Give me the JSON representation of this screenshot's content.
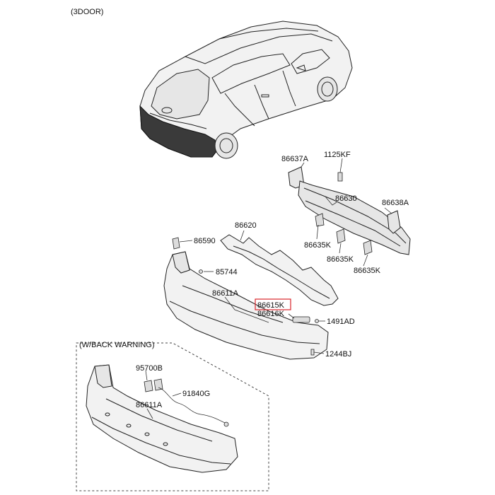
{
  "variant_label": "(3DOOR)",
  "group_label": "(W/BACK  WARNING)",
  "highlight_color": "#d9252b",
  "parts": {
    "p86637A": "86637A",
    "p1125KF": "1125KF",
    "p86630": "86630",
    "p86638A": "86638A",
    "p86620": "86620",
    "p86590": "86590",
    "p86635K_1": "86635K",
    "p86635K_2": "86635K",
    "p86635K_3": "86635K",
    "p85744": "85744",
    "p86611A": "86611A",
    "p86615K": "86615K",
    "p86616K": "86616K",
    "p1491AD": "1491AD",
    "p1244BJ": "1244BJ",
    "p95700B": "95700B",
    "p91840G": "91840G",
    "p86611A_2": "86611A"
  }
}
